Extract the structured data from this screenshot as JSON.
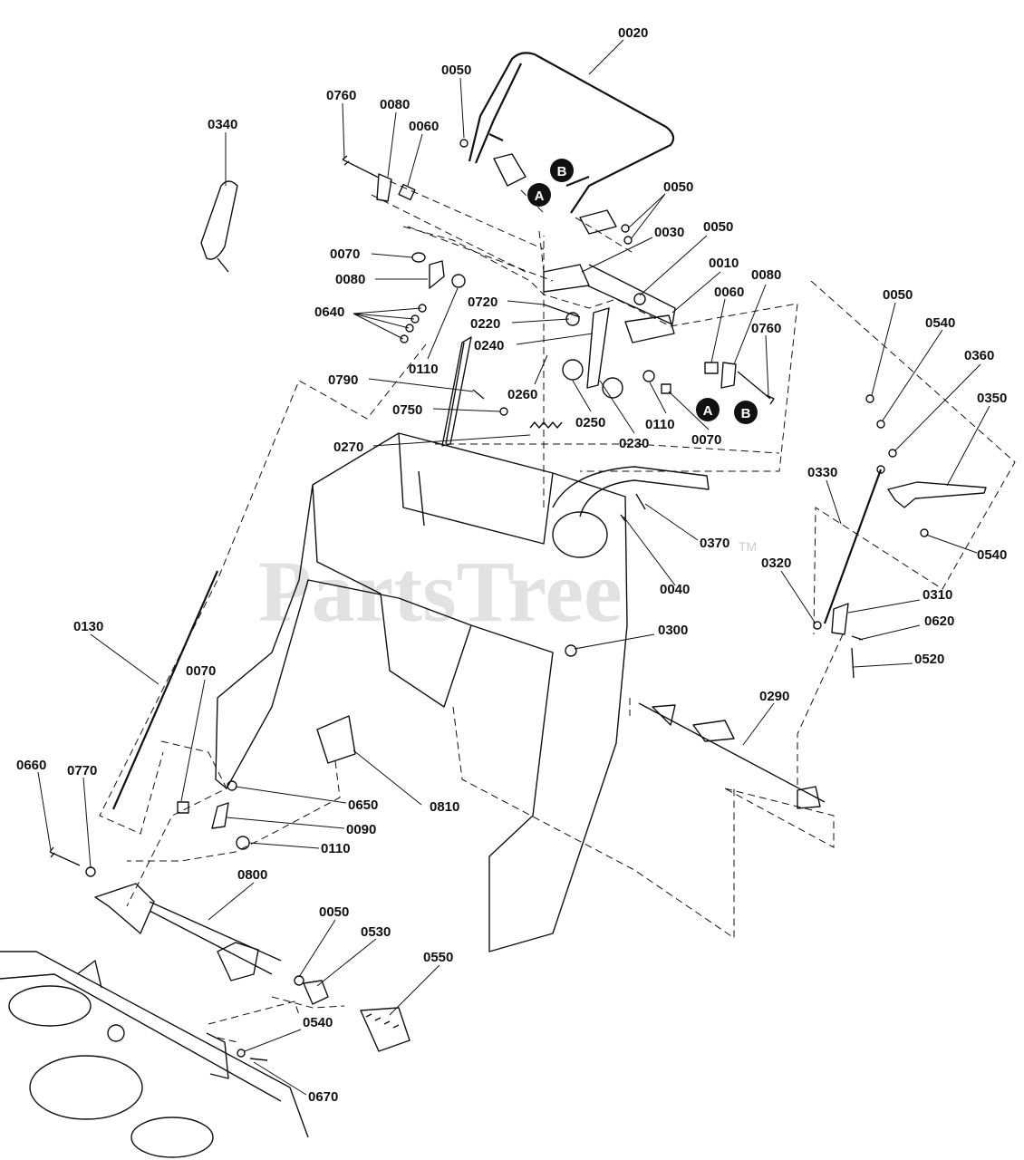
{
  "watermark": {
    "text": "PartsTree",
    "tm": "TM"
  },
  "badges": [
    "A",
    "B",
    "A",
    "B"
  ],
  "callouts": [
    "0020",
    "0050",
    "0760",
    "0080",
    "0060",
    "0340",
    "0050",
    "0070",
    "0030",
    "0050",
    "0080",
    "0010",
    "0080",
    "0640",
    "0060",
    "0720",
    "0760",
    "0220",
    "0110",
    "0240",
    "0790",
    "0260",
    "0750",
    "0250",
    "0110",
    "0270",
    "0230",
    "0070",
    "0050",
    "0540",
    "0360",
    "0350",
    "0330",
    "0370",
    "0540",
    "0040",
    "0320",
    "0310",
    "0620",
    "0130",
    "0300",
    "0520",
    "0070",
    "0290",
    "0660",
    "0770",
    "0650",
    "0810",
    "0090",
    "0110",
    "0800",
    "0050",
    "0530",
    "0550",
    "0540",
    "0670"
  ]
}
